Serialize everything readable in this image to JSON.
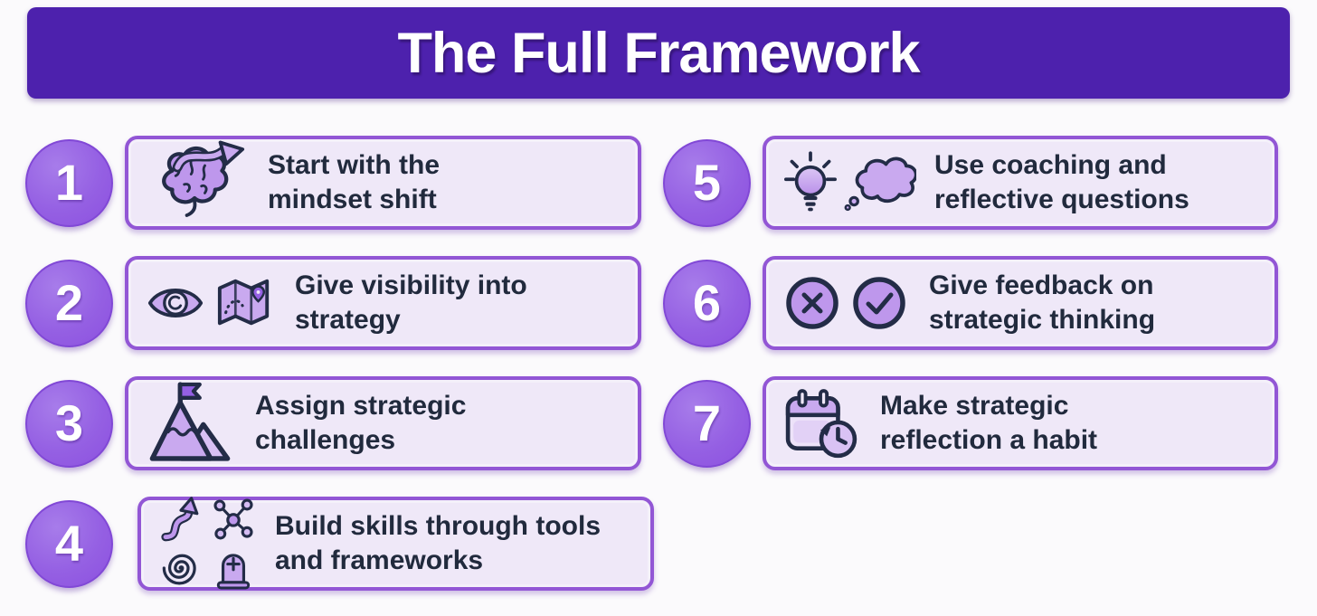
{
  "title": "The Full Framework",
  "colors": {
    "header_bg": "#4D21AD",
    "badge_fill": "#9560E3",
    "card_bg": "#EFE8F8",
    "card_border": "#9256D5",
    "icon_fill": "#BE97EC",
    "icon_fill_light": "#D5BCF3",
    "icon_stroke": "#232C47",
    "text": "#212A3D",
    "title_text": "#FFFFFF",
    "page_bg": "#FBFAFC"
  },
  "steps": [
    {
      "number": "1",
      "lines": [
        "Start with the",
        "mindset shift"
      ],
      "icons": [
        "brain-arrow-icon"
      ]
    },
    {
      "number": "2",
      "lines": [
        "Give visibility into",
        "strategy"
      ],
      "icons": [
        "eye-icon",
        "map-icon"
      ]
    },
    {
      "number": "3",
      "lines": [
        "Assign strategic",
        "challenges"
      ],
      "icons": [
        "mountain-flag-icon"
      ]
    },
    {
      "number": "4",
      "lines": [
        "Build skills through tools",
        "and frameworks"
      ],
      "icons": [
        "curved-arrow-icon",
        "network-icon",
        "spiral-icon",
        "tombstone-icon"
      ]
    },
    {
      "number": "5",
      "lines": [
        "Use coaching and",
        "reflective questions"
      ],
      "icons": [
        "lightbulb-icon",
        "thought-cloud-icon"
      ]
    },
    {
      "number": "6",
      "lines": [
        "Give feedback on",
        "strategic thinking"
      ],
      "icons": [
        "cross-circle-icon",
        "check-circle-icon"
      ]
    },
    {
      "number": "7",
      "lines": [
        "Make strategic",
        "reflection a habit"
      ],
      "icons": [
        "calendar-clock-icon"
      ]
    }
  ]
}
